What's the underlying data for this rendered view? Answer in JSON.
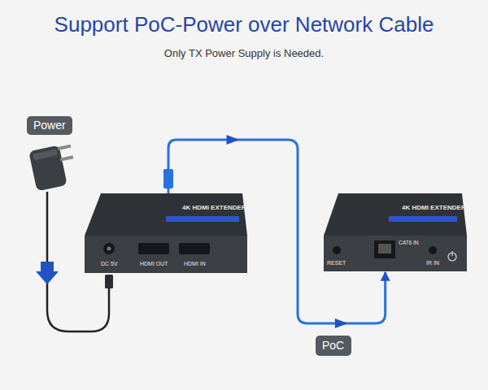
{
  "diagram": {
    "title": "Support PoC-Power over Network Cable",
    "nodes": [
      {
        "text": [
          "Power"
        ]
      },
      {
        "text": [
          "4K HDMI EXTENDER",
          "DC 5V",
          "HDMI OUT",
          "HDMI IN"
        ]
      },
      {
        "text": [
          "4K HDMI EXTENDER",
          "RESET",
          "CAT6 IN",
          "IR IN"
        ]
      },
      {
        "text": [
          "PoC"
        ]
      }
    ],
    "edges": [
      {
        "from": 1,
        "to": 2,
        "arrow": "to"
      }
    ],
    "labels": [
      "Only TX Power Supply is Needed."
    ]
  }
}
